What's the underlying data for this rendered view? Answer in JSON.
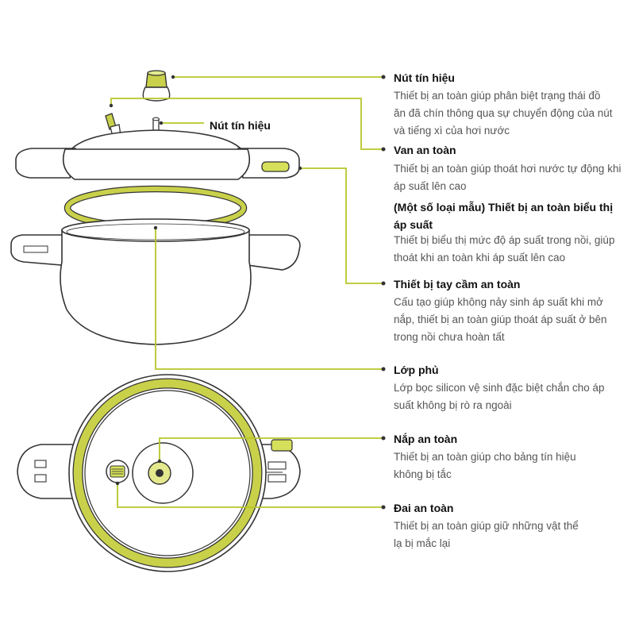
{
  "colors": {
    "accent": "#b8c62a",
    "accent_fill": "#d6e05a",
    "line": "#333333",
    "leader": "#b8c62a"
  },
  "top_label": "Nút tín hiệu",
  "callouts": [
    {
      "title": "Nút tín hiệu",
      "desc": "Thiết bị an toàn giúp phân biệt trạng thái đồ ăn đã chín thông qua sự chuyển động của nút và tiếng xì của hơi nước"
    },
    {
      "title": "Van an toàn",
      "desc": "Thiết bị an toàn giúp thoát hơi nước tự động khi áp suất lên cao"
    },
    {
      "title": "(Một số loại mẫu) Thiết bị an toàn biểu thị áp suất",
      "desc": "Thiết bị biểu thị mức độ áp suất trong nồi, giúp thoát khi an toàn khi áp suất lên cao"
    },
    {
      "title": "Thiết bị tay cầm an toàn",
      "desc": "Cấu tạo giúp không nảy sinh áp suất khi mở nắp, thiết bị an toàn giúp thoát áp suất ở bên trong nồi chưa hoàn tất"
    },
    {
      "title": "Lớp phủ",
      "desc": "Lớp bọc silicon vệ sinh đặc biệt chắn cho áp suất không bị rò ra ngoài"
    },
    {
      "title": "Nắp an toàn",
      "desc": "Thiết bị an toàn giúp cho bảng tín hiệu không bị tắc"
    },
    {
      "title": "Đai an toàn",
      "desc": "Thiết bị an toàn giúp giữ những vật thể lạ bị mắc lại"
    }
  ]
}
